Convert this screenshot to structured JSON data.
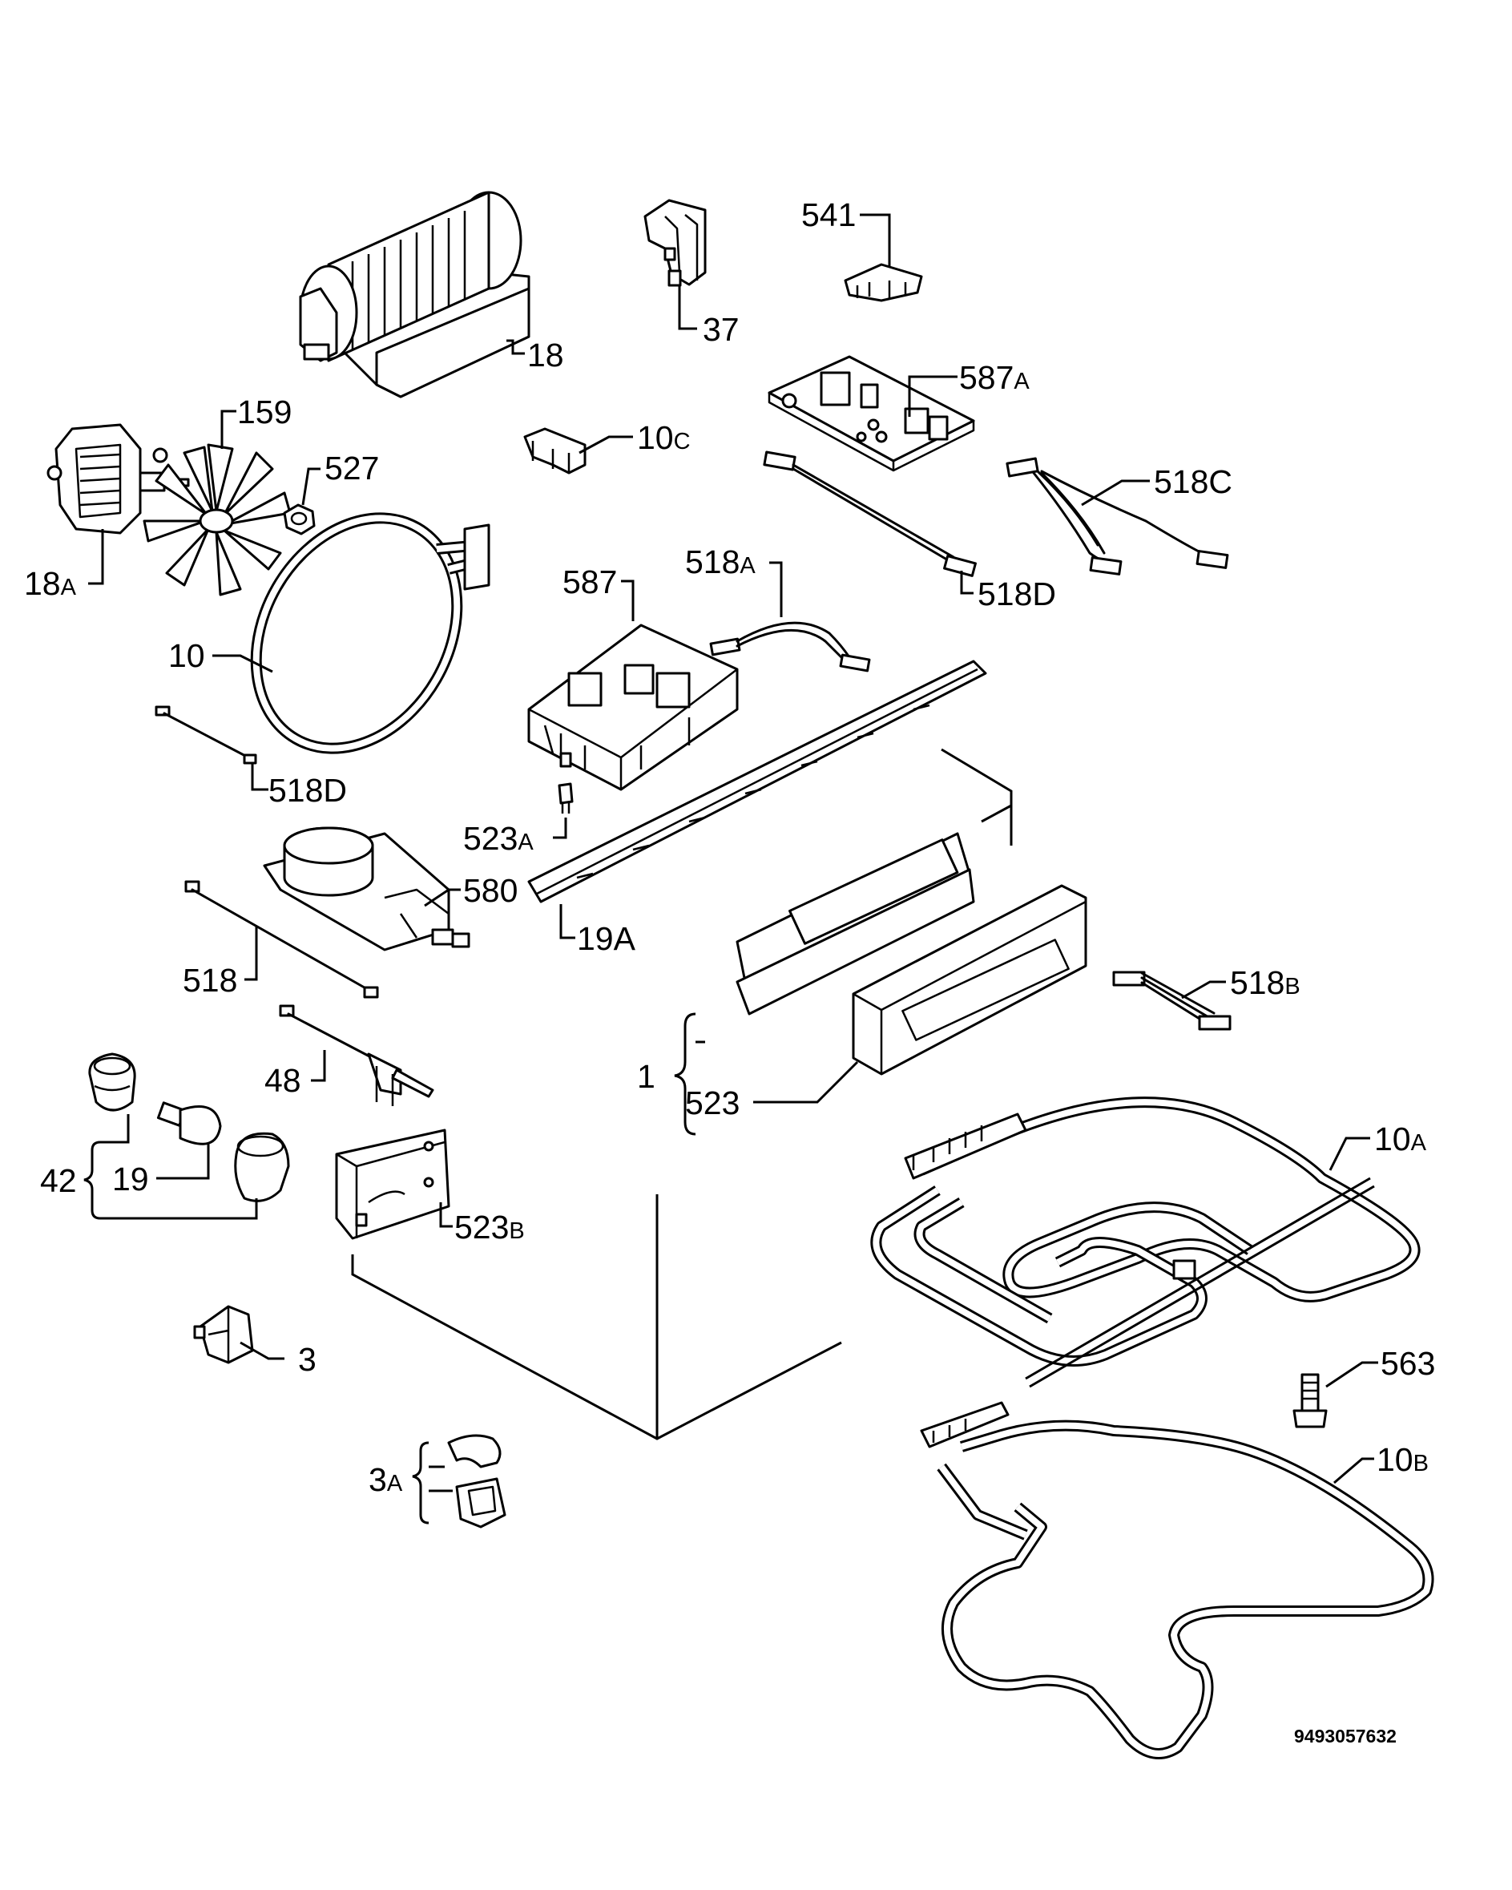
{
  "labels": {
    "l541": "541",
    "l37": "37",
    "l18": "18",
    "l587A": "587",
    "l587A_suffix": "A",
    "l159": "159",
    "l527": "527",
    "l10C": "10",
    "l10C_suffix": "C",
    "l518C": "518C",
    "l18A": "18",
    "l18A_suffix": "A",
    "l587": "587",
    "l518A": "518",
    "l518A_suffix": "A",
    "l518D_top": "518D",
    "l10": "10",
    "l518D_left": "518D",
    "l523A": "523",
    "l523A_suffix": "A",
    "l580": "580",
    "l518": "518",
    "l19A": "19A",
    "l518B": "518",
    "l518B_suffix": "B",
    "l48": "48",
    "l1": "1",
    "l523": "523",
    "l10A": "10",
    "l10A_suffix": "A",
    "l42": "42",
    "l19": "19",
    "l523B": "523",
    "l523B_suffix": "B",
    "l3": "3",
    "l563": "563",
    "l10B": "10",
    "l10B_suffix": "B",
    "l3A": "3",
    "l3A_suffix": "A"
  },
  "document_code": "9493057632",
  "line_color": "#000000",
  "background_color": "#ffffff"
}
